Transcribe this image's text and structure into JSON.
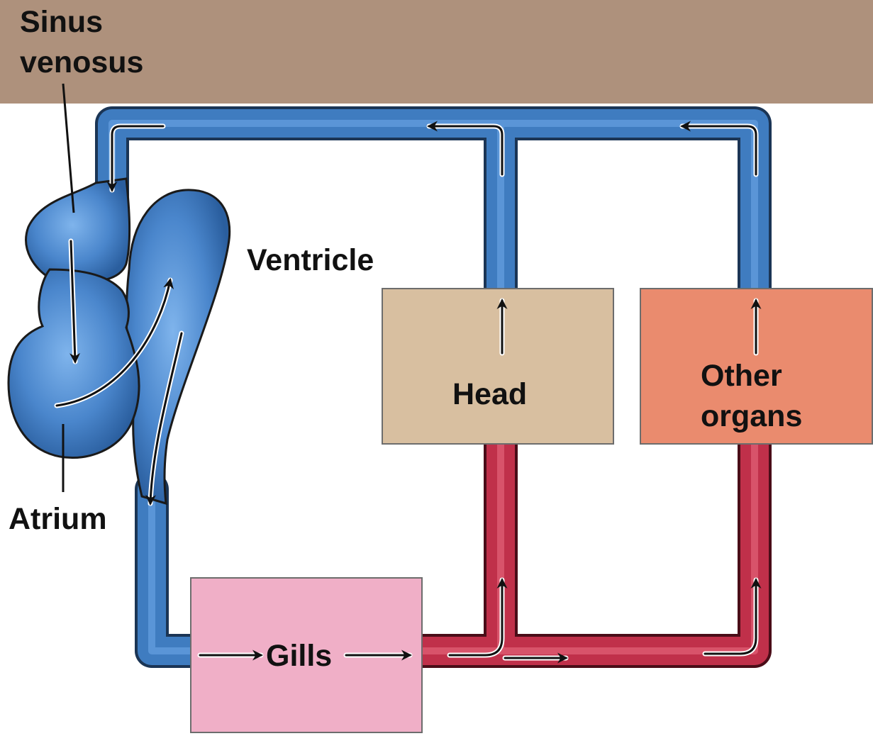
{
  "header": {
    "sinus_line1": "Sinus",
    "sinus_line2": "venosus"
  },
  "labels": {
    "ventricle": "Ventricle",
    "atrium": "Atrium",
    "head": "Head",
    "other_line1": "Other",
    "other_line2": "organs",
    "gills": "Gills"
  },
  "colors": {
    "banner": "#ae917c",
    "vein_blue": "#3f7cc0",
    "artery_red": "#c0304a",
    "head_box": "#d8bfa0",
    "other_box": "#ea8b6e",
    "gills_box": "#f0afc7"
  }
}
